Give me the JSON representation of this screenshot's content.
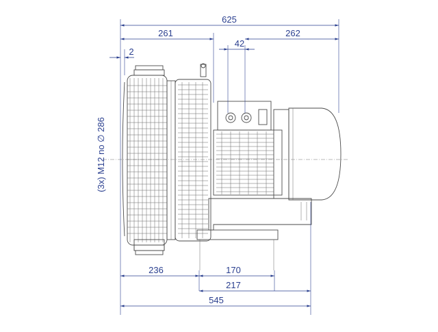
{
  "drawing": {
    "dimensions": {
      "overall_width": "625",
      "left_section": "261",
      "right_section": "262",
      "terminal_spacing": "42",
      "offset_small": "2",
      "flange_holes": "(3x) M12 no ∅ 286",
      "base_left": "236",
      "base_inner": "170",
      "base_mid": "217",
      "base_total": "545"
    },
    "colors": {
      "dimension": "#2a3f8f",
      "part": "#4a4a4a"
    }
  }
}
